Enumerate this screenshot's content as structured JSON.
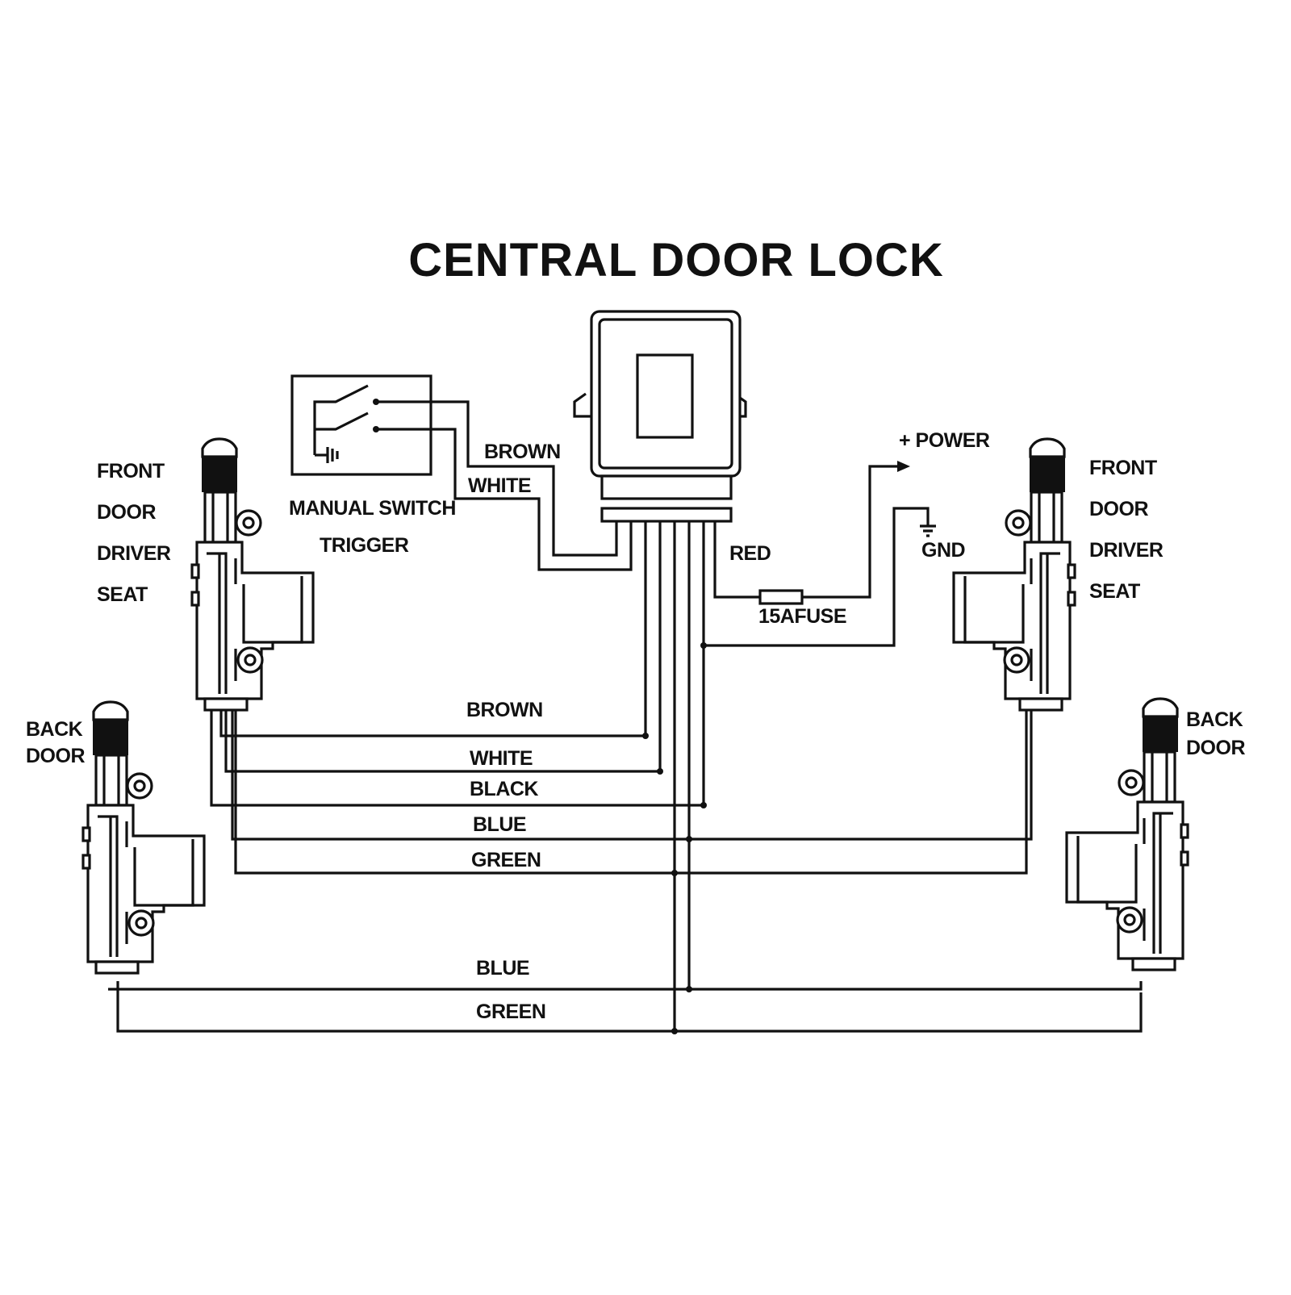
{
  "title": "CENTRAL DOOR LOCK",
  "manual_switch": {
    "line1": "MANUAL SWITCH",
    "line2": "TRIGGER"
  },
  "front_left": {
    "line1": "FRONT",
    "line2": "DOOR",
    "line3": "DRIVER",
    "line4": "SEAT"
  },
  "front_right": {
    "line1": "FRONT",
    "line2": "DOOR",
    "line3": "DRIVER",
    "line4": "SEAT"
  },
  "back_left": {
    "line1": "BACK",
    "line2": "DOOR"
  },
  "back_right": {
    "line1": "BACK",
    "line2": "DOOR"
  },
  "power": {
    "power_label": "+ POWER",
    "gnd_label": "GND",
    "red_label": "RED",
    "fuse_label": "15AFUSE"
  },
  "wires_top": {
    "brown": "BROWN",
    "white": "WHITE"
  },
  "wires_main": {
    "brown": "BROWN",
    "white": "WHITE",
    "black": "BLACK",
    "blue": "BLUE",
    "green": "GREEN"
  },
  "wires_back": {
    "blue": "BLUE",
    "green": "GREEN"
  },
  "colors": {
    "line": "#111111",
    "background": "#ffffff"
  },
  "icons": [
    "control-unit-icon",
    "manual-switch-icon",
    "door-actuator-icon",
    "fuse-icon",
    "ground-icon",
    "arrow-right-icon"
  ]
}
